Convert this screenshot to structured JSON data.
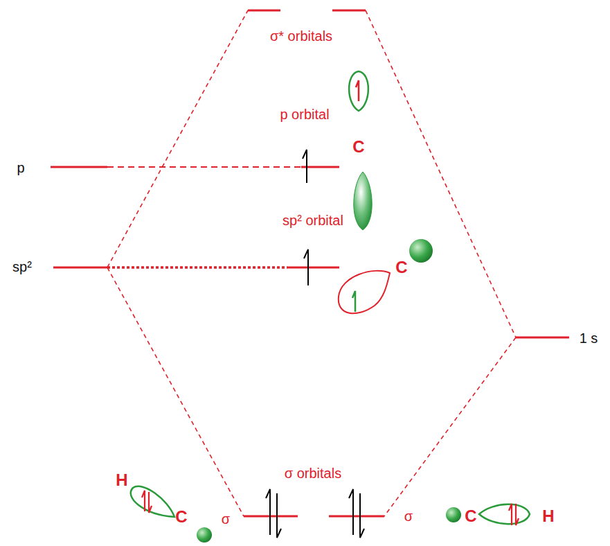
{
  "diagram": {
    "labels": [
      "σ* orbitals",
      "p orbital",
      "C",
      "p",
      "sp² orbital",
      "sp²",
      "C",
      "1 s",
      "σ orbitals",
      "H",
      "C",
      "σ",
      "σ",
      "C",
      "H"
    ]
  }
}
